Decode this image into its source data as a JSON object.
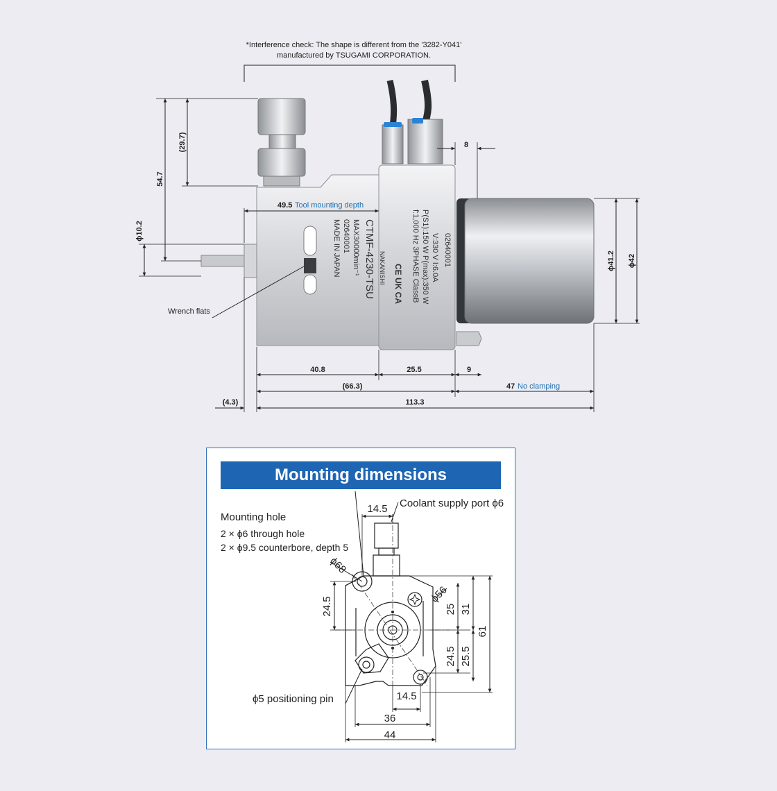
{
  "note": {
    "line1": "*Interference check: The shape is different from the '3282-Y041'",
    "line2": "manufactured by TSUGAMI CORPORATION."
  },
  "side_view": {
    "labels": {
      "tool_depth_value": "49.5",
      "tool_depth_text": "Tool mounting depth",
      "wrench_flats": "Wrench flats",
      "no_clamping_value": "47",
      "no_clamping_text": "No clamping"
    },
    "dims": {
      "d8": "8",
      "d29_7": "(29.7)",
      "d54_7": "54.7",
      "phi10_2": "ϕ10.2",
      "phi41_2": "ϕ41.2",
      "phi42": "ϕ42",
      "d40_8": "40.8",
      "d25_5": "25.5",
      "d9": "9",
      "d66_3": "(66.3)",
      "d4_3": "(4.3)",
      "d113_3": "113.3"
    },
    "housing_marking": [
      "CTMF-4230-TSU",
      "NAKANISHI",
      "MAX30000min⁻¹",
      "02640001",
      "MADE IN JAPAN"
    ],
    "motor_marking": [
      "02640001",
      "V:330 V  I:6.0A",
      "P(S1):150 W  P(max):350 W",
      "f:1,000 Hz  3PHASE  ClassB",
      "CE  UK CA"
    ]
  },
  "mounting": {
    "title": "Mounting dimensions",
    "mounting_hole": "Mounting hole",
    "through_hole": "2 × ϕ6 through hole",
    "counterbore": "2 × ϕ9.5 counterbore, depth 5",
    "coolant_port": "Coolant supply port ϕ6",
    "positioning_pin": "ϕ5 positioning pin",
    "dims": {
      "d14_5_top": "14.5",
      "phi68": "ϕ68",
      "phi56": "ϕ56",
      "d24_5_left": "24.5",
      "d25": "25",
      "d31": "31",
      "d61": "61",
      "d24_5_right": "24.5",
      "d25_5": "25.5",
      "d14_5_bottom": "14.5",
      "d36": "36",
      "d44": "44"
    }
  }
}
